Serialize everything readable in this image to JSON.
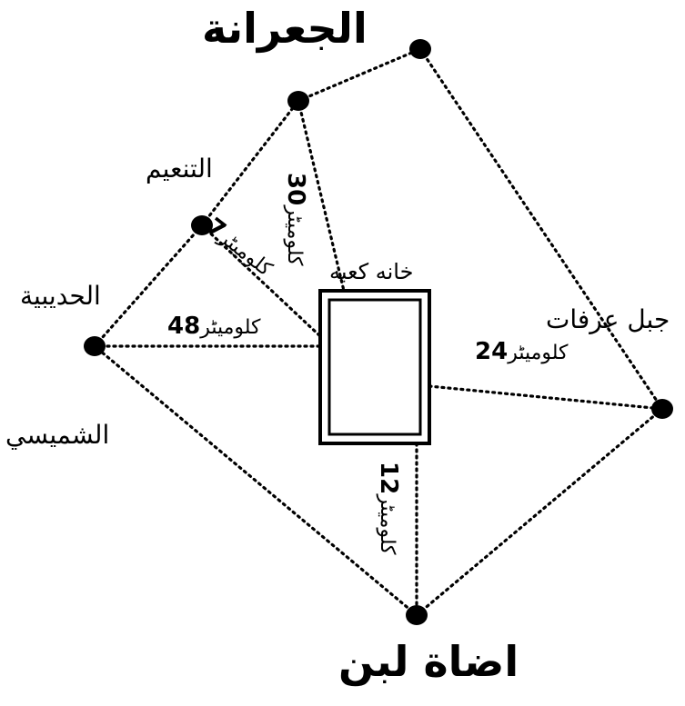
{
  "places": {
    "jirana": "الجعرانة",
    "tanim": "التنعيم",
    "hudaybiyah": "الحديبية",
    "shumaysi": "الشميسي",
    "arafat": "جبل عرفات",
    "adat_laban": "اضاة لبن",
    "kaaba": "خانه کعبه"
  },
  "distances": {
    "jirana": {
      "value": "30",
      "unit": "کلومیٹر"
    },
    "tanim": {
      "value": "7",
      "unit": "کلومیٹر"
    },
    "hudaybiyah": {
      "value": "48",
      "unit": "کلومیٹر"
    },
    "arafat": {
      "value": "24",
      "unit": "کلومیٹر"
    },
    "adat_laban": {
      "value": "12",
      "unit": "کلومیٹر"
    }
  }
}
